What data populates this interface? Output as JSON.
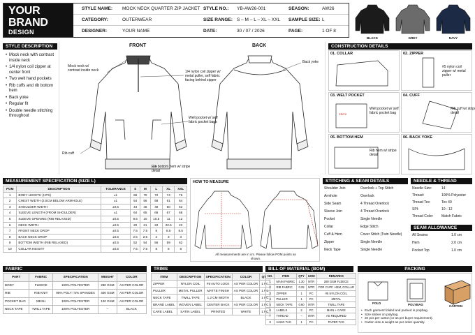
{
  "brand": {
    "line1": "YOUR BRAND",
    "line2": "DESIGN"
  },
  "header": {
    "style_name_k": "STYLE NAME:",
    "style_name": "MOCK NECK QUARTER ZIP JACKET",
    "style_no_k": "STYLE NO.:",
    "style_no": "YB-AW26-001",
    "season_k": "SEASON:",
    "season": "AW26",
    "category_k": "CATEGORY:",
    "category": "OUTERWEAR",
    "size_range_k": "SIZE RANGE:",
    "size_range": "S – M – L – XL – XXL",
    "sample_size_k": "SAMPLE SIZE:",
    "sample_size": "L",
    "designer_k": "DESIGNER:",
    "designer": "YOUR NAME",
    "date_k": "DATE:",
    "date": "30 / 07 / 2026",
    "page_k": "PAGE:",
    "page": "1 OF 8"
  },
  "swatches": [
    {
      "name": "BLACK",
      "color": "#1b1b1b"
    },
    {
      "name": "GREY",
      "color": "#6b6b6b"
    },
    {
      "name": "NAVY",
      "color": "#1d2a45"
    }
  ],
  "style_description": {
    "title": "STYLE DESCRIPTION",
    "items": [
      "Mock neck with contrast inside neck",
      "1/4 nylon coil zipper at center front",
      "Two welt hand pockets",
      "Rib cuffs and rib bottom hem",
      "Back yoke",
      "Regular fit",
      "Double needle stitching throughout"
    ]
  },
  "views": {
    "front": "FRONT",
    "back": "BACK"
  },
  "callouts": {
    "mock_neck": "Mock neck w/ contrast inside neck",
    "zipper": "1/4 nylon coil zipper w/ metal puller, self fabric facing behind zipper",
    "welt_pocket": "Welt pocket w/ self fabric pocket bags",
    "rib_cuff": "Rib cuff",
    "rib_hem": "Rib bottom hem w/ stripe detail",
    "back_yoke": "Back yoke"
  },
  "construction": {
    "title": "CONSTRUCTION DETAILS",
    "items": [
      {
        "label": "01. COLLAR",
        "note": ""
      },
      {
        "label": "02. ZIPPER",
        "note": "#5 nylon coil zipper w/ metal puller"
      },
      {
        "label": "03. WELT POCKET",
        "note": "Welt pocket w/ self fabric pocket bag",
        "dim": "15cm"
      },
      {
        "label": "04. CUFF",
        "note": "Rib cuff w/ stripe detail"
      },
      {
        "label": "05. BOTTOM HEM",
        "note": "Rib hem w/ stripe detail"
      },
      {
        "label": "06. BACK YOKE",
        "note": ""
      }
    ]
  },
  "measurement": {
    "title": "MEASUREMENT SPECIFICATION (SIZE L)",
    "headers": [
      "POM",
      "DESCRIPTION",
      "TOLERANCE",
      "S",
      "M",
      "L",
      "XL",
      "XXL"
    ],
    "rows": [
      [
        "1",
        "BODY LENGTH (HPS)",
        "±1",
        "68",
        "70",
        "72",
        "74",
        "76"
      ],
      [
        "2",
        "CHEST WIDTH (2.5CM BELOW ARMHOLE)",
        "±1",
        "54",
        "56",
        "58",
        "61",
        "64"
      ],
      [
        "3",
        "SHOULDER WIDTH",
        "±0.5",
        "44",
        "46",
        "48",
        "50",
        "52"
      ],
      [
        "4",
        "SLEEVE LENGTH (FROM SHOULDER)",
        "±1",
        "64",
        "65",
        "66",
        "67",
        "68"
      ],
      [
        "5",
        "SLEEVE OPENING (RIB RELAXED)",
        "±0.5",
        "9.5",
        "10",
        "10.5",
        "11",
        "12"
      ],
      [
        "6",
        "NECK WIDTH",
        "±0.5",
        "20",
        "21",
        "22",
        "22.5",
        "23"
      ],
      [
        "7",
        "FRONT NECK DROP",
        "±0.5",
        "7.5",
        "7.5",
        "8",
        "8.5",
        "8.5"
      ],
      [
        "8",
        "BACK NECK DROP",
        "±0.5",
        "2.5",
        "2.5",
        "2",
        "3",
        "3"
      ],
      [
        "9",
        "BOTTOM WIDTH (RIB RELAXED)",
        "±0.5",
        "52",
        "54",
        "56",
        "59",
        "62"
      ],
      [
        "10",
        "COLLAR HEIGHT",
        "±0.5",
        "7.5",
        "7.5",
        "8",
        "8",
        "8"
      ]
    ]
  },
  "how_to": {
    "title": "HOW TO MEASURE",
    "note": "All measurements are in cm. Please follow POM points as shown."
  },
  "stitching": {
    "title": "STITCHING & SEAM DETAILS",
    "rows": [
      [
        "Shoulder Join",
        "Overlock + Top Stitch"
      ],
      [
        "Armhole",
        "Overlock"
      ],
      [
        "Side Seam",
        "4 Thread Overlock"
      ],
      [
        "Sleeve Join",
        "4 Thread Overlock"
      ],
      [
        "Pocket",
        "Single Needle"
      ],
      [
        "Collar",
        "Edge Stitch"
      ],
      [
        "Cuff & Hem",
        "Cover Stitch (Twin Needle)"
      ],
      [
        "Zipper",
        "Single Needle"
      ],
      [
        "Neck Tape",
        "Single Needle"
      ]
    ]
  },
  "needle": {
    "title": "NEEDLE & THREAD",
    "rows": [
      [
        "Needle Size:",
        "14"
      ],
      [
        "Thread:",
        "100% Polyester"
      ],
      [
        "Thread Tex:",
        "Tex 40"
      ],
      [
        "SPI:",
        "10 - 12"
      ],
      [
        "Thread Color:",
        "Match Fabric"
      ]
    ]
  },
  "seam_allowance": {
    "title": "SEAM ALLOWANCE",
    "rows": [
      [
        "All Seams",
        "1.0 cm"
      ],
      [
        "Hem",
        "2.0 cm"
      ],
      [
        "Pocket Top",
        "1.0 cm"
      ]
    ]
  },
  "fabric": {
    "title": "FABRIC",
    "headers": [
      "PART",
      "FABRIC",
      "SPECIFICATION",
      "WEIGHT",
      "COLOR"
    ],
    "rows": [
      [
        "BODY",
        "FLEECE",
        "100% POLYESTER",
        "280 GSM",
        "AS PER COLOR"
      ],
      [
        "RIB",
        "RIB KNIT",
        "95% POLY / 5% SPANDEX",
        "400 GSM",
        "AS PER COLOR"
      ],
      [
        "POCKET BAG",
        "MESH",
        "100% POLYESTER",
        "120 GSM",
        "AS PER COLOR"
      ],
      [
        "NECK TAPE",
        "TWILL TAPE",
        "100% POLYESTER",
        "–",
        "BLACK"
      ]
    ]
  },
  "trims": {
    "title": "TRIMS",
    "headers": [
      "ITEM",
      "DESCRIPTION",
      "SPECIFICATION",
      "COLOR",
      "QTY"
    ],
    "rows": [
      [
        "ZIPPER",
        "NYLON COIL",
        "#5 AUTO LOCK",
        "AS PER COLOR",
        "1 PC"
      ],
      [
        "PULLER",
        "METAL PULLER",
        "MATTE FINISH",
        "AS PER COLOR",
        "1 PC"
      ],
      [
        "NECK TAPE",
        "TWILL TAPE",
        "1.2 CM WIDTH",
        "BLACK",
        "1 PC"
      ],
      [
        "BRAND LABEL",
        "WOVEN LABEL",
        "CENTER BACK",
        "AS PER COLOR",
        "1 PC"
      ],
      [
        "CARE LABEL",
        "SATIN LABEL",
        "PRINTED",
        "WHITE",
        "1 PC"
      ]
    ]
  },
  "bom": {
    "title": "BILL OF MATERIAL (BOM)",
    "headers": [
      "NO.",
      "ITEM",
      "QTY",
      "UOM",
      "REMARKS"
    ],
    "rows": [
      [
        "1",
        "MAIN FABRIC",
        "1.30",
        "MTR",
        "280 GSM FLEECE"
      ],
      [
        "2",
        "RIB FABRIC",
        "0.25",
        "MTR",
        "FOR CUFF, HEM, COLLAR"
      ],
      [
        "3",
        "ZIPPER",
        "1",
        "PC",
        "#5 NYLON COIL"
      ],
      [
        "4",
        "PULLER",
        "1",
        "PC",
        "METAL"
      ],
      [
        "5",
        "NECK TAPE",
        "0.60",
        "MTR",
        "TWILL TAPE"
      ],
      [
        "6",
        "LABELS",
        "2",
        "PC",
        "MAIN + CARE"
      ],
      [
        "7",
        "THREAD",
        "–",
        "MTR",
        "AS REQUIRED"
      ],
      [
        "8",
        "HANG TAG",
        "1",
        "PC",
        "PAPER TAG"
      ]
    ]
  },
  "packing": {
    "title": "PACKING",
    "fold": "FOLD",
    "polybag": "POLYBAG",
    "carton": "CARTON",
    "notes": [
      "Each garment folded and packed in polybag.",
      "Size sticker on polybag.",
      "20 pcs per carton (or as per buyer requirement).",
      "Carton size & weight as per order quantity."
    ]
  }
}
